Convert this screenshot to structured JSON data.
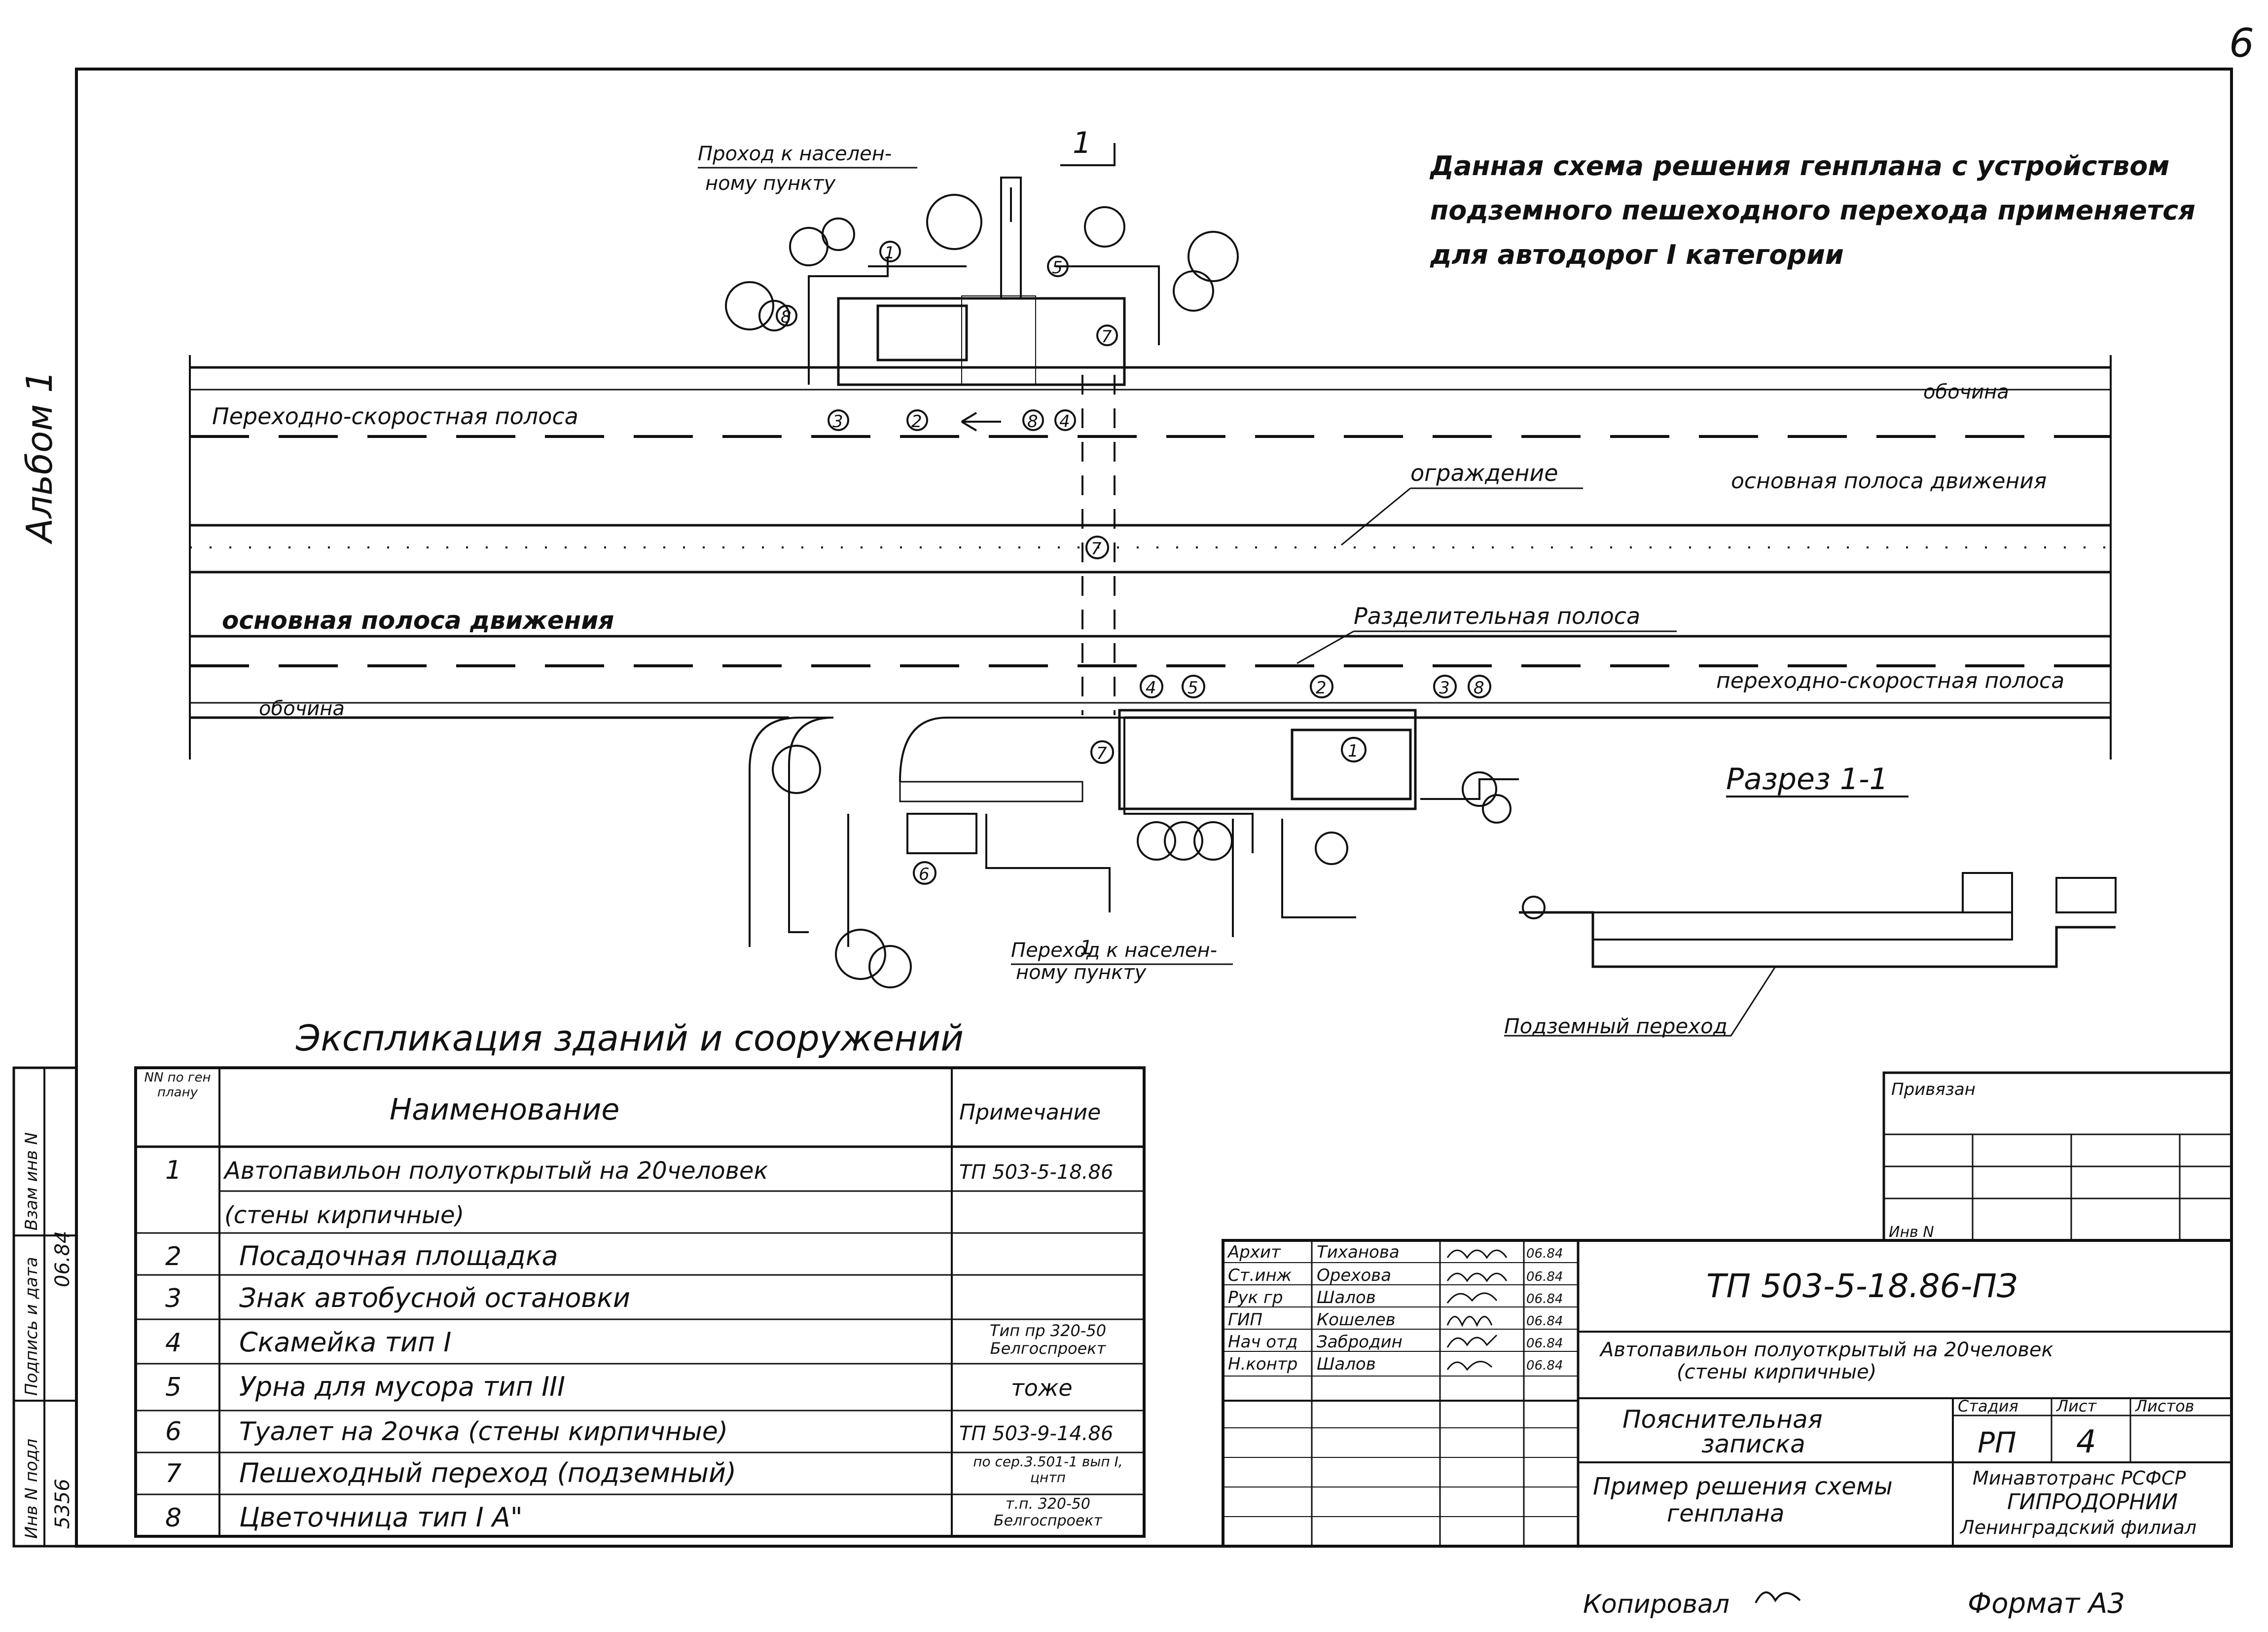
{
  "page_number": "6",
  "album_label": "Альбом 1",
  "note": {
    "line1": "Данная схема решения генплана с устройством",
    "line2": "подземного пешеходного перехода применяется",
    "line3": "для автодорог I категории"
  },
  "plan": {
    "passage_top_line1": "Проход к населен-",
    "passage_top_line2": "ному пункту",
    "section_mark": "1",
    "shoulder_top": "обочина",
    "accel_lane_top": "Переходно-скоростная полоса",
    "fence": "ограждение",
    "main_lane_right": "основная полоса движения",
    "main_lane_left": "основная полоса движения",
    "divider": "Разделительная полоса",
    "accel_lane_bottom": "переходно-скоростная полоса",
    "shoulder_bottom": "обочина",
    "passage_bottom_line1": "Переход к населен-",
    "passage_bottom_line2": "ному пункту",
    "markers_top": [
      "3",
      "2",
      "8",
      "4"
    ],
    "markers_top_upper": [
      "1",
      "5",
      "7",
      "8"
    ],
    "marker_middle": "7",
    "markers_bottom": [
      "4",
      "5",
      "2",
      "3",
      "8",
      "1",
      "7",
      "6"
    ]
  },
  "section": {
    "title": "Разрез 1-1",
    "underpass_label": "Подземный переход"
  },
  "explication": {
    "title": "Экспликация зданий и сооружений",
    "headers": {
      "num": "NN по ген плану",
      "name": "Наименование",
      "note": "Примечание"
    },
    "rows": [
      {
        "num": "1",
        "name": "Автопавильон полуоткрытый на 20человек",
        "note": "ТП 503-5-18.86"
      },
      {
        "num": "",
        "name": "(стены кирпичные)",
        "note": ""
      },
      {
        "num": "2",
        "name": "Посадочная площадка",
        "note": ""
      },
      {
        "num": "3",
        "name": "Знак автобусной остановки",
        "note": ""
      },
      {
        "num": "4",
        "name": "Скамейка тип I",
        "note": "Тип пр 320-50 Белгоспроект"
      },
      {
        "num": "5",
        "name": "Урна для мусора тип III",
        "note": "тоже"
      },
      {
        "num": "6",
        "name": "Туалет на 2очка (стены кирпичные)",
        "note": "ТП 503-9-14.86"
      },
      {
        "num": "7",
        "name": "Пешеходный переход (подземный)",
        "note": "по сер.3.501-1 вып I, цнтп"
      },
      {
        "num": "8",
        "name": "Цветочница тип I А\"",
        "note": "т.п. 320-50 Белгоспроект"
      }
    ]
  },
  "left_margin_stamp": {
    "labels": [
      "Инв N подл",
      "Подпись и дата",
      "Взам инв N"
    ],
    "inv_number": "5356",
    "date": "06.84"
  },
  "binding_block": {
    "label": "Привязан",
    "inv_label": "Инв N"
  },
  "title_block": {
    "doc_code": "ТП 503-5-18.86-ПЗ",
    "doc_title_line1": "Автопавильон полуоткрытый на 20человек",
    "doc_title_line2": "(стены кирпичные)",
    "sheet_title_line1": "Пояснительная",
    "sheet_title_line2": "записка",
    "drawing_title_line1": "Пример решения схемы",
    "drawing_title_line2": "генплана",
    "stage_label": "Стадия",
    "sheet_label": "Лист",
    "sheets_label": "Листов",
    "stage": "РП",
    "sheet": "4",
    "sheets": "",
    "org_line1": "Минавтотранс РСФСР",
    "org_line2": "ГИПРОДОРНИИ",
    "org_line3": "Ленинградский филиал",
    "signatures": [
      {
        "role": "Архит",
        "name": "Тиханова",
        "date": "06.84"
      },
      {
        "role": "Ст.инж",
        "name": "Орехова",
        "date": "06.84"
      },
      {
        "role": "Рук гр",
        "name": "Шалов",
        "date": "06.84"
      },
      {
        "role": "ГИП",
        "name": "Кошелев",
        "date": "06.84"
      },
      {
        "role": "Нач отд",
        "name": "Забродин",
        "date": "06.84"
      },
      {
        "role": "Н.контр",
        "name": "Шалов",
        "date": "06.84"
      }
    ]
  },
  "footer": {
    "copied": "Копировал",
    "format": "Формат А3"
  }
}
